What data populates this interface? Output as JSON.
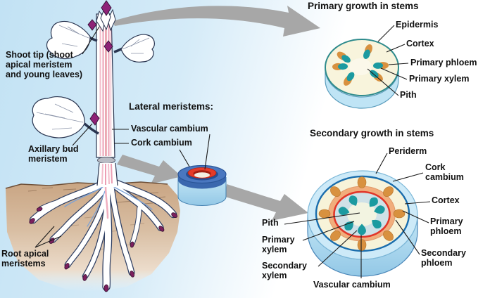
{
  "figure": {
    "left_labels": {
      "shoot_tip": "Shoot tip (shoot\napical meristem\nand young leaves)",
      "axillary_bud": "Axillary bud\nmeristem",
      "root_apical": "Root apical\nmeristems"
    },
    "lateral_meristems": {
      "heading": "Lateral meristems:",
      "vascular_cambium": "Vascular cambium",
      "cork_cambium": "Cork cambium"
    },
    "primary_growth": {
      "title": "Primary growth in stems",
      "labels": {
        "epidermis": "Epidermis",
        "cortex": "Cortex",
        "primary_phloem": "Primary phloem",
        "primary_xylem": "Primary xylem",
        "pith": "Pith"
      }
    },
    "secondary_growth": {
      "title": "Secondary growth in stems",
      "labels": {
        "periderm": "Periderm",
        "cork_cambium": "Cork\ncambium",
        "cortex": "Cortex",
        "primary_phloem": "Primary\nphloem",
        "secondary_phloem": "Secondary\nphloem",
        "vascular_cambium": "Vascular cambium",
        "pith": "Pith",
        "primary_xylem": "Primary\nxylem",
        "secondary_xylem": "Secondary\nxylem"
      }
    },
    "colors": {
      "sky_blue": "#c6e4f5",
      "soil_brown": "#c9a583",
      "bud_purple": "#8e2277",
      "root_tip_purple": "#7b1f5e",
      "xylem_teal": "#1b9aa0",
      "phloem_orange": "#d8913f",
      "secondary_phloem_salmon": "#f1ad7c",
      "vascular_cambium_red": "#e23629",
      "cork_cambium_blue": "#1a6dad",
      "cortex_cream": "#f7f3d9",
      "periderm_blue": "#cdeaf8",
      "arrow_gray": "#a7a7a7"
    }
  }
}
